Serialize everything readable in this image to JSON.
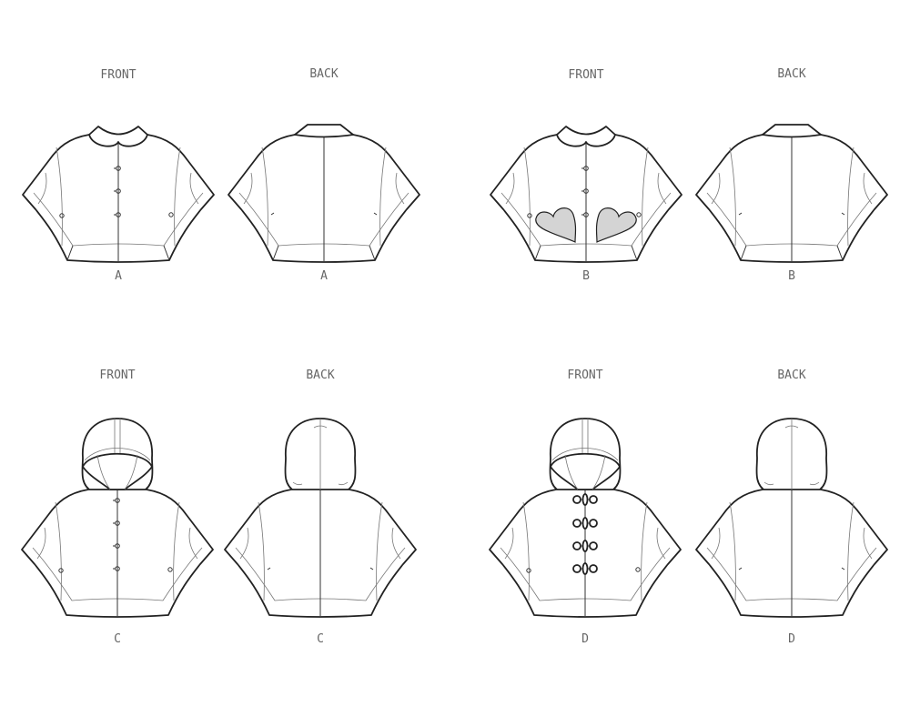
{
  "panels": [
    {
      "view": "FRONT",
      "letter": "A",
      "side": "front",
      "neck": "collar",
      "closure": "buttons",
      "hearts": false
    },
    {
      "view": "BACK",
      "letter": "A",
      "side": "back",
      "neck": "band",
      "closure": "none",
      "hearts": false
    },
    {
      "view": "FRONT",
      "letter": "B",
      "side": "front",
      "neck": "collar",
      "closure": "buttons",
      "hearts": true
    },
    {
      "view": "BACK",
      "letter": "B",
      "side": "back",
      "neck": "band",
      "closure": "none",
      "hearts": false
    },
    {
      "view": "FRONT",
      "letter": "C",
      "side": "front",
      "neck": "hood",
      "closure": "buttons",
      "hearts": false
    },
    {
      "view": "BACK",
      "letter": "C",
      "side": "back",
      "neck": "hood",
      "closure": "none",
      "hearts": false
    },
    {
      "view": "FRONT",
      "letter": "D",
      "side": "front",
      "neck": "hood",
      "closure": "toggles",
      "hearts": false
    },
    {
      "view": "BACK",
      "letter": "D",
      "side": "back",
      "neck": "hood",
      "closure": "none",
      "hearts": false
    }
  ],
  "colors": {
    "heart_fill": "#d4d4d4",
    "outline": "#222222"
  }
}
